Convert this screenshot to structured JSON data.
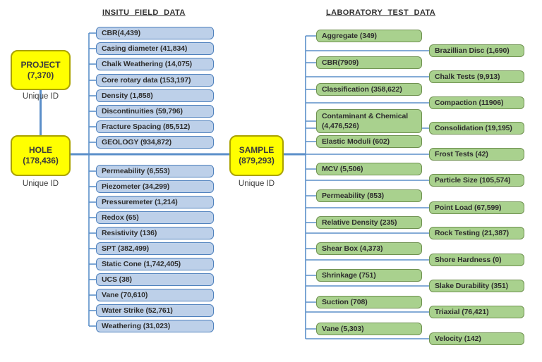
{
  "headers": {
    "insitu": "INSITU FIELD DATA",
    "lab": "LABORATORY TEST DATA"
  },
  "entities": {
    "project": {
      "name": "PROJECT",
      "count": "(7,370)",
      "caption": "Unique ID"
    },
    "hole": {
      "name": "HOLE",
      "count": "(178,436)",
      "caption": "Unique ID"
    },
    "sample": {
      "name": "SAMPLE",
      "count": "(879,293)",
      "caption": "Unique ID"
    }
  },
  "insitu": {
    "group1": [
      "CBR(4,439)",
      "Casing diameter (41,834)",
      "Chalk Weathering (14,075)",
      "Core rotary data (153,197)",
      "Density (1,858)",
      "Discontinuities (59,796)",
      "Fracture Spacing (85,512)",
      "GEOLOGY (934,872)"
    ],
    "group2": [
      "Permeability (6,553)",
      "Piezometer (34,299)",
      "Pressuremeter (1,214)",
      "Redox (65)",
      "Resistivity (136)",
      "SPT (382,499)",
      "Static Cone (1,742,405)",
      "UCS (38)",
      "Vane (70,610)",
      "Water Strike (52,761)",
      "Weathering (31,023)"
    ]
  },
  "lab": {
    "left": [
      "Aggregate (349)",
      "CBR(7909)",
      "Classification (358,622)",
      "Contaminant & Chemical (4,476,526)",
      "Elastic Moduli (602)",
      "MCV (5,506)",
      "Permeability (853)",
      "Relative Density (235)",
      "Shear Box (4,373)",
      "Shrinkage (751)",
      "Suction (708)",
      "Vane (5,303)"
    ],
    "right": [
      "Brazillian Disc (1,690)",
      "Chalk Tests (9,913)",
      "Compaction (11906)",
      "Consolidation (19,195)",
      "Frost Tests (42)",
      "Particle Size (105,574)",
      "Point Load (67,599)",
      "Rock Testing (21,387)",
      "Shore Hardness (0)",
      "Slake Durability (351)",
      "Triaxial (76,421)",
      "Velocity (142)"
    ]
  },
  "colors": {
    "entity_fill": "#ffff00",
    "entity_border": "#aaa200",
    "insitu_fill": "#bdd0e9",
    "insitu_border": "#4f81bd",
    "lab_fill": "#a9d18e",
    "lab_border": "#6f9150",
    "connector": "#5b8fc9",
    "text": "#2e2e2e"
  }
}
